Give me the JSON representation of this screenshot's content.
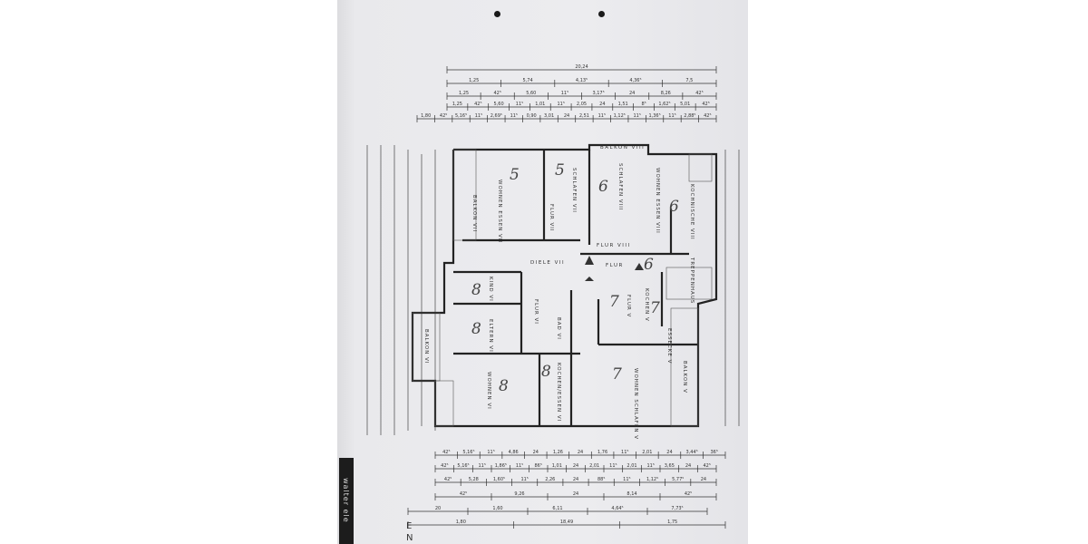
{
  "dimensions_top": [
    [
      "20,24"
    ],
    [
      "1,25",
      "5,74",
      "4,13⁵",
      "4,36⁵",
      "7,5"
    ],
    [
      "1,25",
      "42⁵",
      "5,60",
      "11⁵",
      "3,17⁵",
      "24",
      "8,26",
      "42⁵"
    ],
    [
      "1,25",
      "42⁵",
      "5,60",
      "11⁵",
      "1,01",
      "11⁵",
      "2,05",
      "24",
      "1,51",
      "8⁵",
      "1,62⁵",
      "5,01",
      "42⁵"
    ],
    [
      "1,80",
      "42⁵",
      "5,16⁵",
      "11⁵",
      "2,69⁵",
      "11⁵",
      "0,90",
      "3,01",
      "24",
      "2,51",
      "11⁵",
      "1,12⁵",
      "11⁵",
      "1,36⁵",
      "11⁵",
      "2,88⁵",
      "42⁵"
    ]
  ],
  "dimensions_bottom": [
    [
      "42⁵",
      "5,16⁵",
      "11⁵",
      "4,86",
      "24",
      "1,26",
      "24",
      "1,76",
      "11⁵",
      "2,01",
      "24",
      "3,44⁵",
      "36⁵"
    ],
    [
      "42⁵",
      "5,16⁵",
      "11⁵",
      "1,86⁵",
      "11⁵",
      "86⁵",
      "1,01",
      "24",
      "2,01",
      "11⁵",
      "2,01",
      "11⁵",
      "3,65",
      "24",
      "42⁵"
    ],
    [
      "42⁵",
      "5,28",
      "1,60⁵",
      "11⁵",
      "2,26",
      "24",
      "88⁵",
      "11⁵",
      "1,12⁵",
      "5,77⁵",
      "24"
    ],
    [
      "42⁵",
      "9,26",
      "24",
      "8,14",
      "42⁵"
    ],
    [
      "20",
      "1,60",
      "6,11",
      "4,64⁵",
      "7,73⁵"
    ],
    [
      "1,80",
      "18,49",
      "1,75"
    ]
  ],
  "rooms": {
    "wohnen_essen_vii": "WOHNEN ESSEN VII",
    "schlafen_vii": "SCHLAFEN VII",
    "flur_vii": "FLUR VII",
    "balkon_vii": "BALKON VII",
    "balkon_viii": "BALKON VIII",
    "schlafen_viii": "SCHLAFEN VIII",
    "wohnen_essen_viii": "WOHNEN ESSEN VIII",
    "flur_viii": "FLUR VIII",
    "kochnische_viii": "KOCHNISCHE VIII",
    "treppenhaus": "TREPPENHAUS",
    "diele_vii": "DIELE VII",
    "flur": "FLUR",
    "kind_vi": "KIND VI",
    "flur_vi": "FLUR VI",
    "eltern_vi": "ELTERN VI",
    "bad_vi": "BAD VI",
    "wohnen_vi": "WOHNEN VI",
    "kochen_essen_vi": "KOCHEN/ESSEN VI",
    "balkon_vi": "BALKON VI",
    "flur_v": "FLUR V",
    "kochen_v": "KOCHEN V",
    "essecke_v": "ESSECKE V",
    "wohnen_schlafen_v": "WOHNEN SCHLAFEN V",
    "balkon_v": "BALKON V"
  },
  "handwritten": [
    "5",
    "5",
    "6",
    "6",
    "6",
    "8",
    "8",
    "8",
    "8",
    "7",
    "7",
    "7"
  ],
  "margin_text": "walter ele",
  "title_block": [
    "E",
    "N"
  ]
}
